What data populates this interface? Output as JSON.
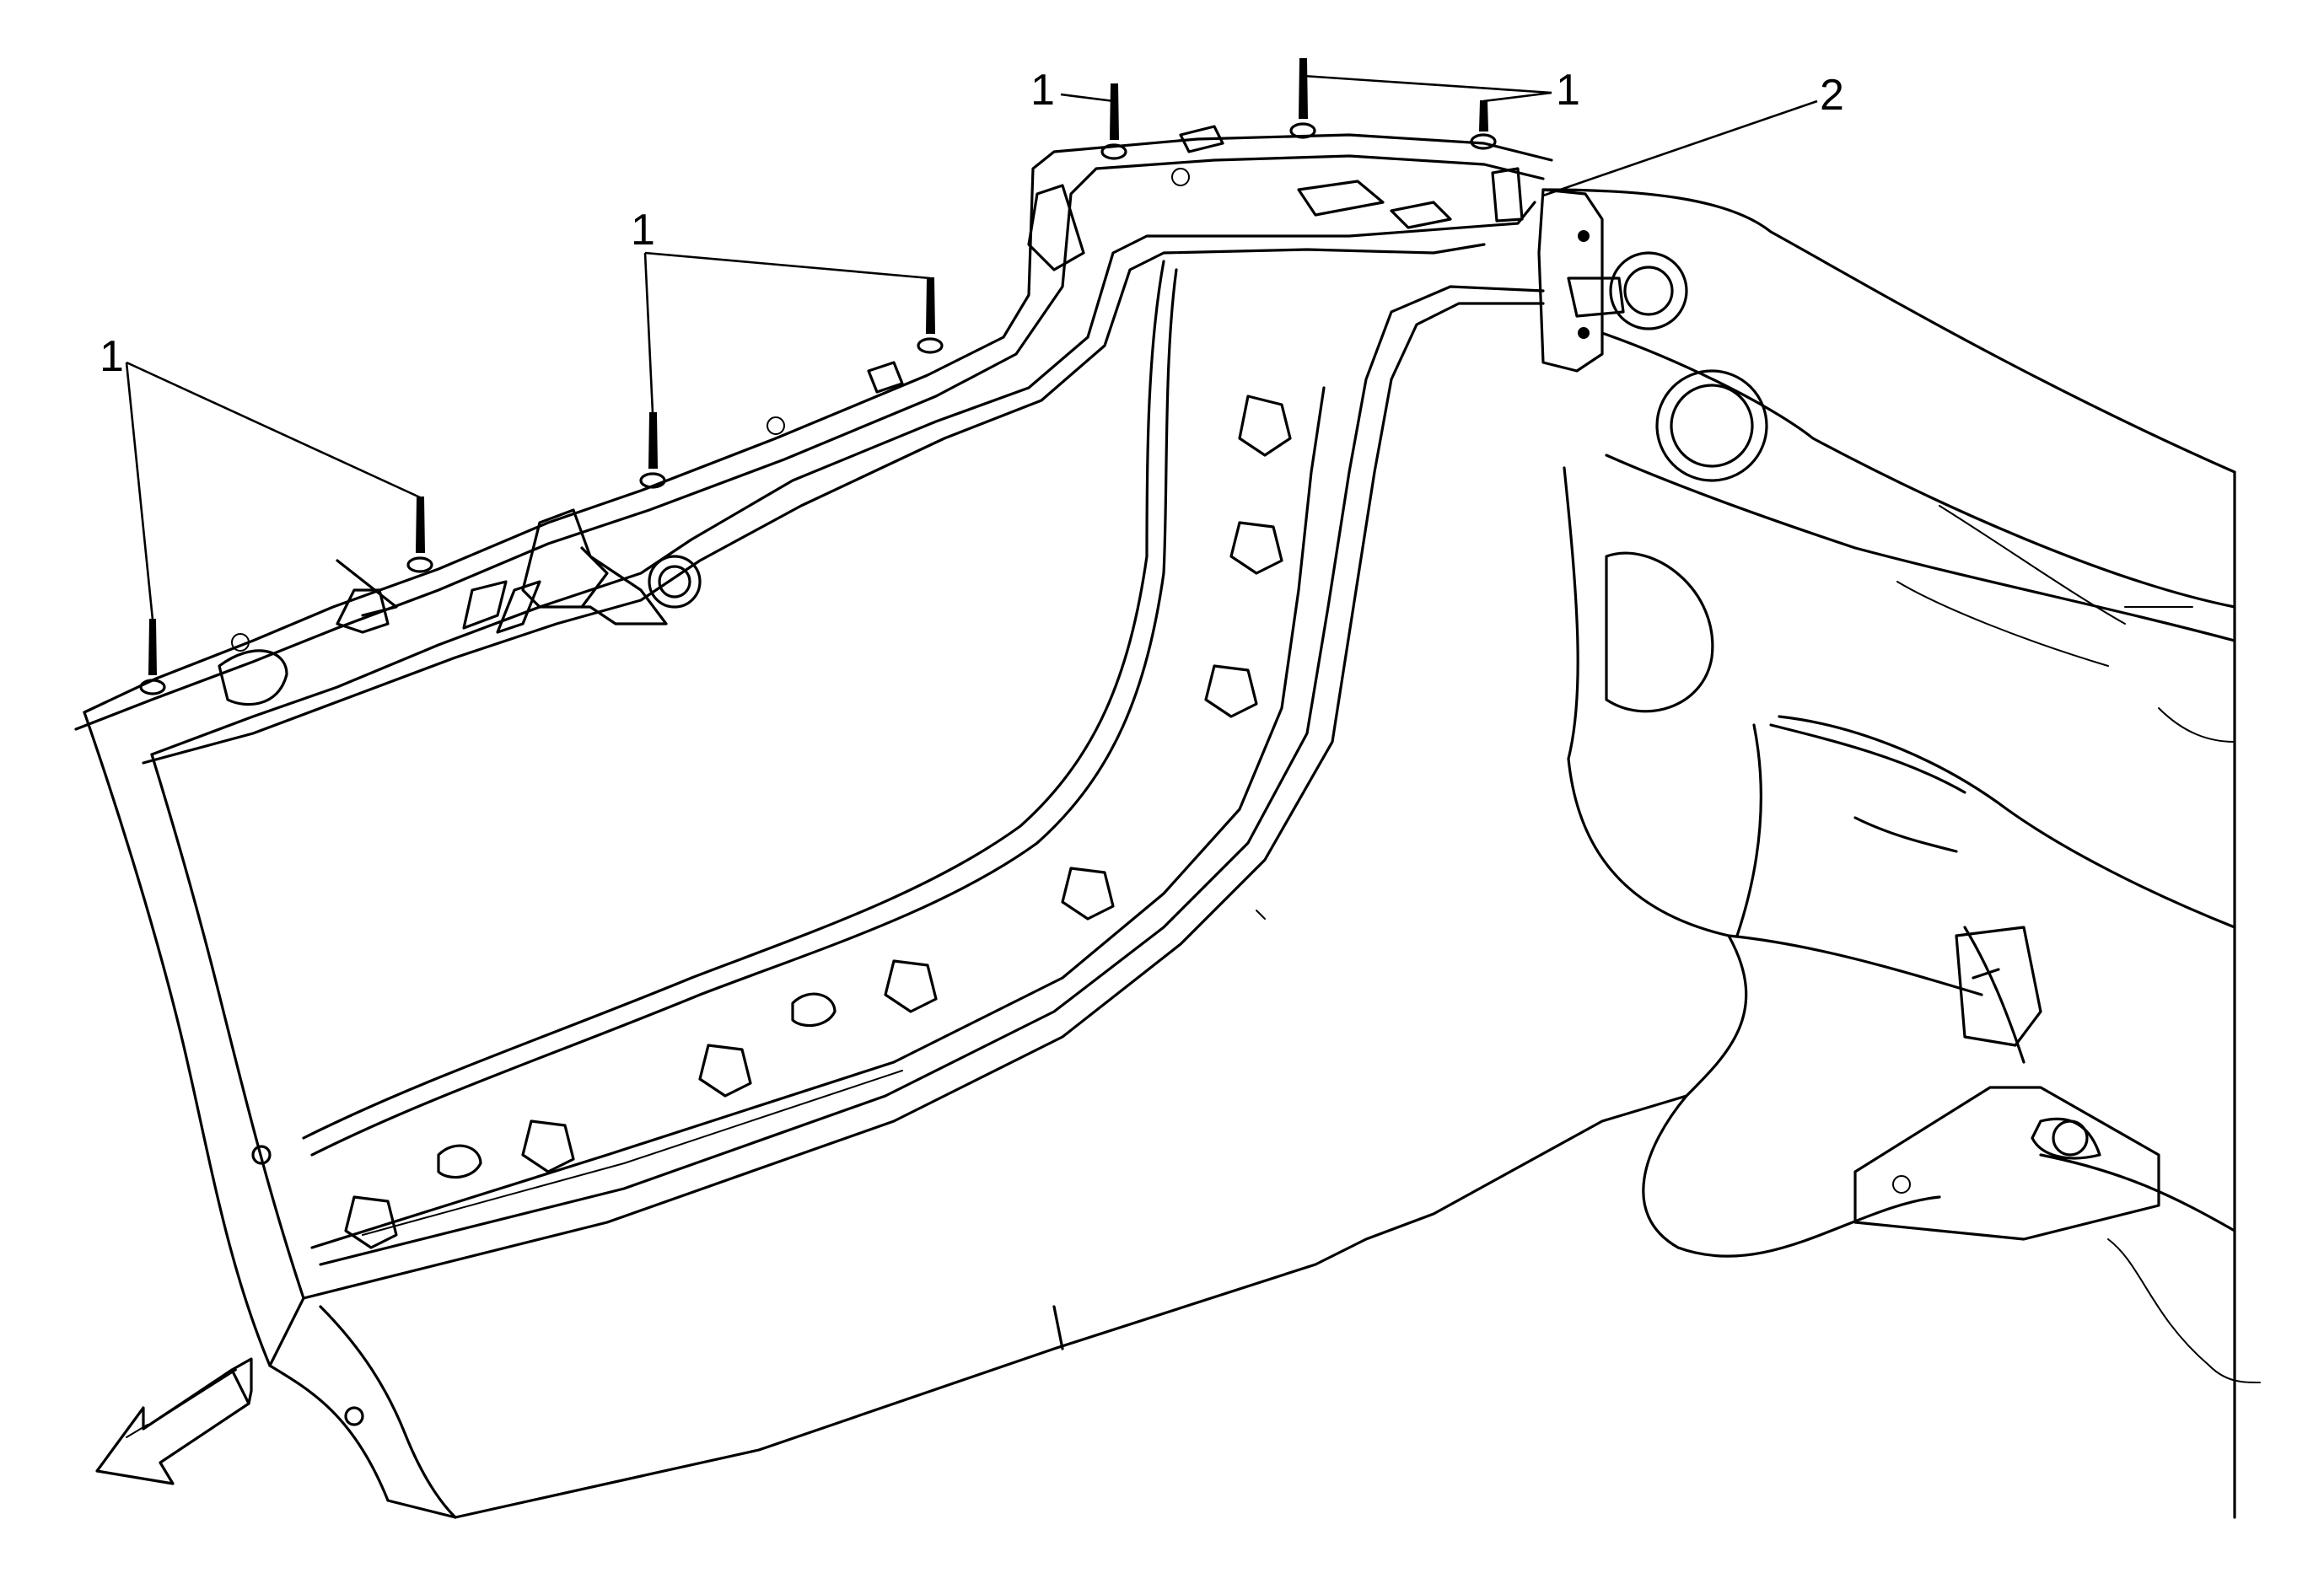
{
  "diagram": {
    "callouts": [
      {
        "id": "c1",
        "label": "1"
      },
      {
        "id": "c2",
        "label": "1"
      },
      {
        "id": "c3",
        "label": "1"
      },
      {
        "id": "c4",
        "label": "1"
      },
      {
        "id": "c5",
        "label": "2"
      }
    ],
    "direction_arrow": "forward-arrow-icon"
  }
}
